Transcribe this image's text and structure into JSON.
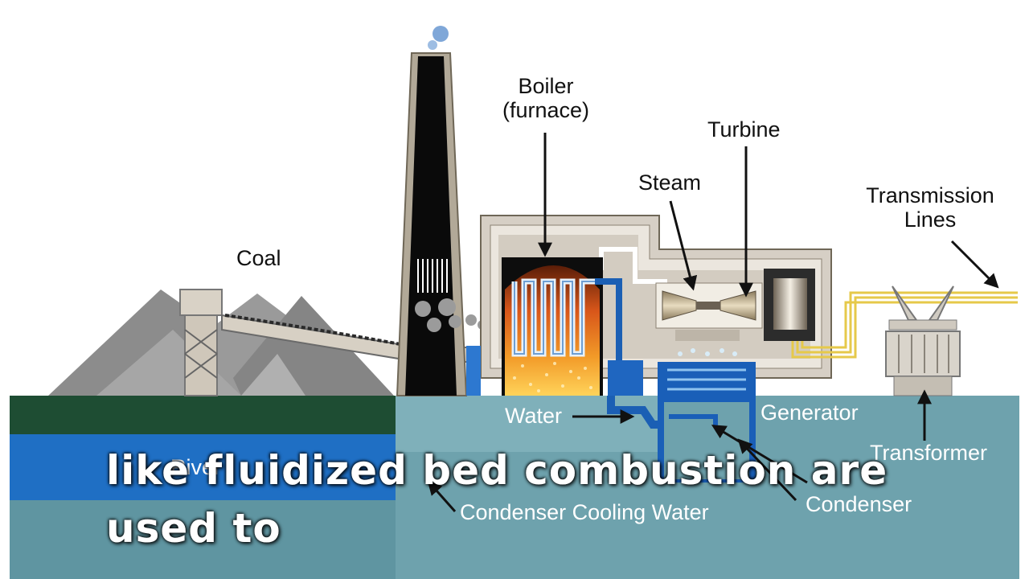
{
  "labels": {
    "coal": "Coal",
    "boiler": "Boiler",
    "furnace": "(furnace)",
    "turbine": "Turbine",
    "steam": "Steam",
    "transmission": "Transmission",
    "lines": "Lines",
    "water": "Water",
    "generator": "Generator",
    "transformer": "Transformer",
    "river": "River",
    "condenser_cooling_water": "Condenser Cooling Water",
    "condenser": "Condenser"
  },
  "caption": {
    "line1": "like fluidized bed combustion are",
    "line2": "used to"
  },
  "colors": {
    "river": "#1f6fc4",
    "ground": "#1e4d33",
    "water_area": "#6ea2ad",
    "furnace_fire": "#e8761c",
    "power_lines": "#e6c94a"
  }
}
